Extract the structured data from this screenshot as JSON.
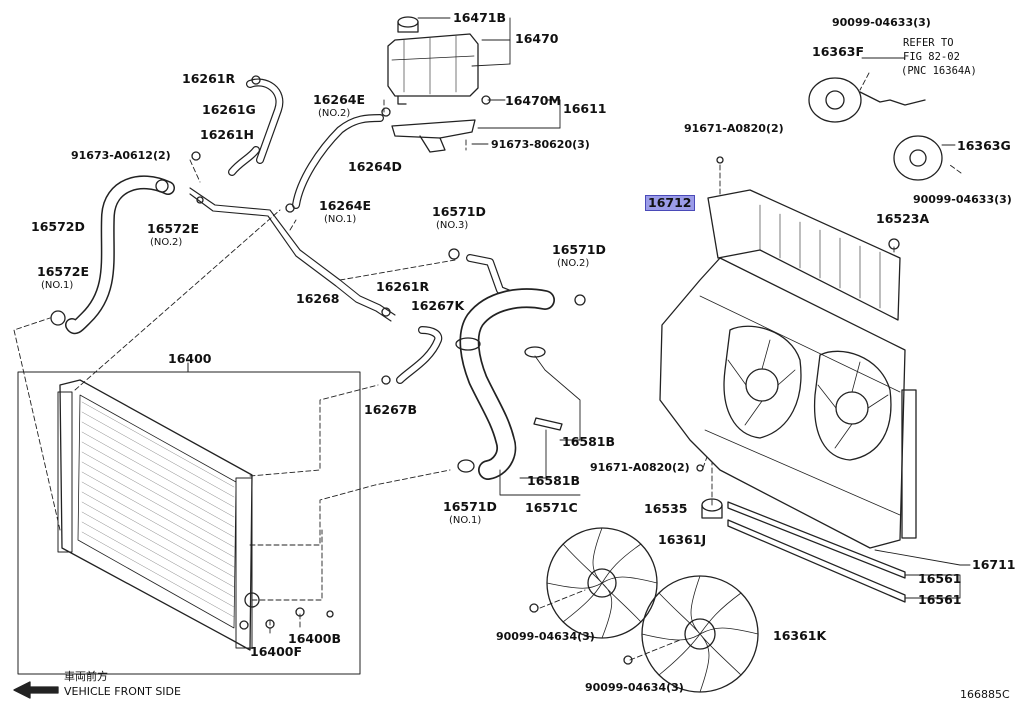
{
  "diagram": {
    "figure_code": "166885C",
    "front_side_jp": "車両前方",
    "front_side_en": "VEHICLE FRONT SIDE",
    "highlight_color": "#9b9ce8",
    "parts": {
      "p16471B": "16471B",
      "p16470": "16470",
      "p16470M": "16470M",
      "p16611": "16611",
      "p91673_80620": "91673-80620(3)",
      "p16261R_top": "16261R",
      "p16261G": "16261G",
      "p16261H": "16261H",
      "p91673_A0612": "91673-A0612(2)",
      "p16264E_no2": "16264E",
      "no2_a": "(NO.2)",
      "p16264D": "16264D",
      "p16264E_no1": "16264E",
      "no1_a": "(NO.1)",
      "p16572D": "16572D",
      "p16572E_no2": "16572E",
      "no2_b": "(NO.2)",
      "p16572E_no1": "16572E",
      "no1_b": "(NO.1)",
      "p16268": "16268",
      "p16261R_mid": "16261R",
      "p16571D_no3": "16571D",
      "no3": "(NO.3)",
      "p16571D_no2": "16571D",
      "no2_c": "(NO.2)",
      "p16267K": "16267K",
      "p16400": "16400",
      "p16267B": "16267B",
      "p16581B_a": "16581B",
      "p16581B_b": "16581B",
      "p16571D_no1": "16571D",
      "no1_c": "(NO.1)",
      "p16571C": "16571C",
      "p16400B": "16400B",
      "p16400F": "16400F",
      "p16361J": "16361J",
      "p90099_04634_a": "90099-04634(3)",
      "p16361K": "16361K",
      "p90099_04634_b": "90099-04634(3)",
      "p90099_04633_top": "90099-04633(3)",
      "refer1": "REFER TO",
      "refer2": "FIG 82-02",
      "refer3": "(PNC 16364A)",
      "p16363F": "16363F",
      "p91671_A0820_top": "91671-A0820(2)",
      "p16363G": "16363G",
      "p90099_04633_bot": "90099-04633(3)",
      "p16712": "16712",
      "p16523A": "16523A",
      "p91671_A0820_mid": "91671-A0820(2)",
      "p16535": "16535",
      "p16711": "16711",
      "p16561_a": "16561",
      "p16561_b": "16561"
    }
  }
}
